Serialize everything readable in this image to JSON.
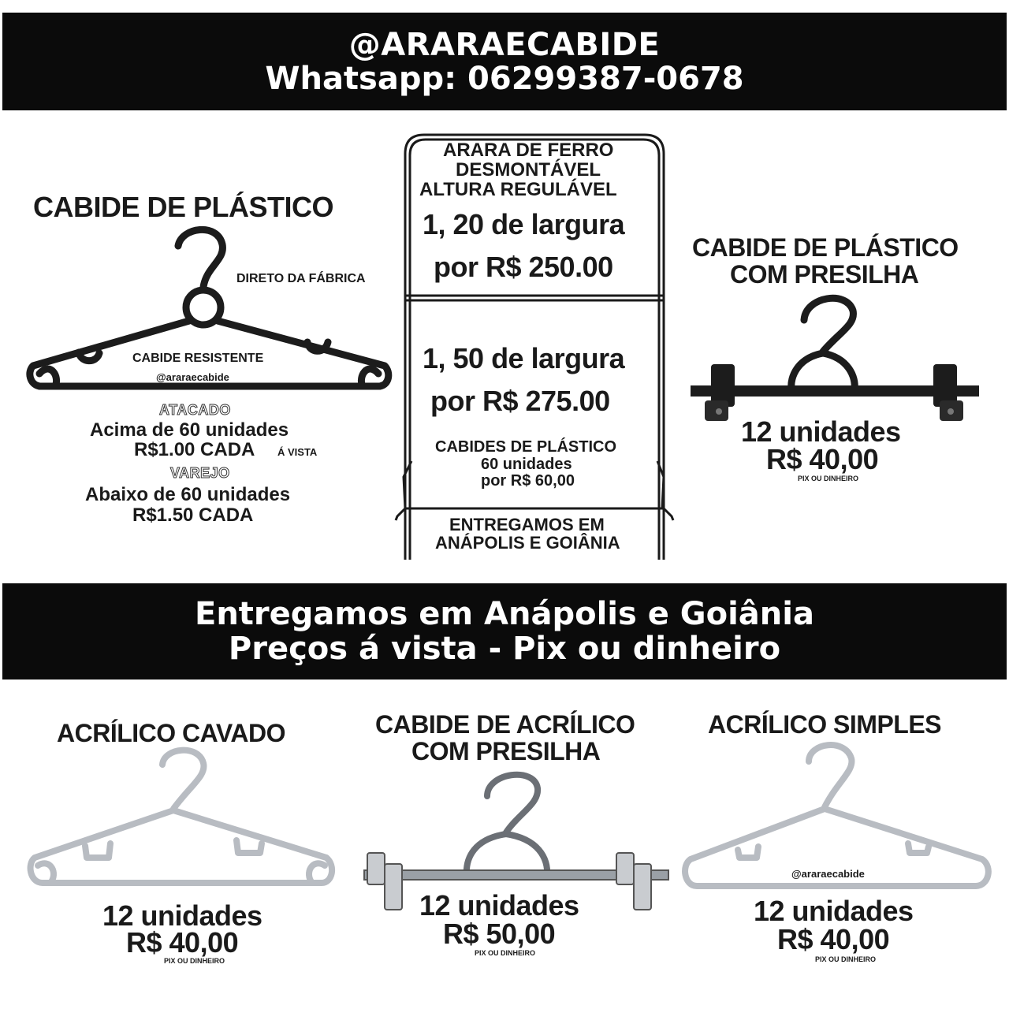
{
  "header": {
    "handle": "@ARARAECABIDE",
    "whatsapp": "Whatsapp:  06299387-0678"
  },
  "plastic_hanger": {
    "title": "CABIDE DE PLÁSTICO",
    "direct": "DIRETO DA FÁBRICA",
    "resistant": "CABIDE RESISTENTE",
    "handle": "@araraecabide",
    "wholesale_label": "ATACADO",
    "wholesale_line1": "Acima de 60 unidades",
    "wholesale_price": "R$1.00 CADA",
    "wholesale_note": "Á VISTA",
    "retail_label": "VAREJO",
    "retail_line1": "Abaixo  de 60 unidades",
    "retail_price": "R$1.50 CADA"
  },
  "rack": {
    "title1": "ARARA DE FERRO",
    "title2": "DESMONTÁVEL",
    "title3": "ALTURA REGULÁVEL",
    "opt1_width": "1, 20 de largura",
    "opt1_price": "por R$ 250.00",
    "opt2_width": "1, 50 de largura",
    "opt2_price": "por R$ 275.00",
    "bundle1": "CABIDES DE PLÁSTICO",
    "bundle2": "60 unidades",
    "bundle3": "por R$ 60,00",
    "delivery1": "ENTREGAMOS EM",
    "delivery2": "ANÁPOLIS E GOIÂNIA"
  },
  "clip_hanger": {
    "title1": "CABIDE DE PLÁSTICO",
    "title2": "COM PRESILHA",
    "qty": "12 unidades",
    "price": "R$ 40,00",
    "note": "PIX OU DINHEIRO"
  },
  "banner": {
    "line1": "Entregamos em Anápolis e Goiânia",
    "line2": "Preços á vista - Pix ou dinheiro"
  },
  "acrylic_cut": {
    "title": "ACRÍLICO CAVADO",
    "qty": "12 unidades",
    "price": "R$ 40,00",
    "note": "PIX OU DINHEIRO"
  },
  "acrylic_clip": {
    "title1": "CABIDE DE ACRÍLICO",
    "title2": "COM PRESILHA",
    "qty": "12 unidades",
    "price": "R$ 50,00",
    "note": "PIX OU DINHEIRO"
  },
  "acrylic_simple": {
    "title": "ACRÍLICO SIMPLES",
    "handle": "@araraecabide",
    "qty": "12 unidades",
    "price": "R$ 40,00",
    "note": "PIX OU DINHEIRO"
  },
  "colors": {
    "band": "#0b0b0b",
    "text": "#1a1a1a",
    "acrylic": "#b8bcc2"
  }
}
